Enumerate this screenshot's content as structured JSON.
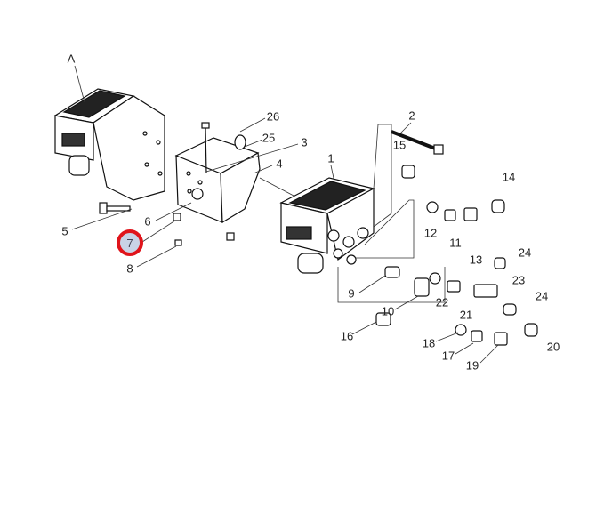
{
  "diagram": {
    "title": "ABS modulator assembly exploded view",
    "callouts": [
      "A",
      "1",
      "2",
      "3",
      "4",
      "5",
      "6",
      "7",
      "8",
      "9",
      "10",
      "11",
      "12",
      "13",
      "14",
      "15",
      "16",
      "17",
      "18",
      "19",
      "20",
      "21",
      "22",
      "23",
      "24",
      "24",
      "25",
      "26"
    ],
    "highlighted_callout": "7",
    "highlight_color": "#e0141b"
  }
}
